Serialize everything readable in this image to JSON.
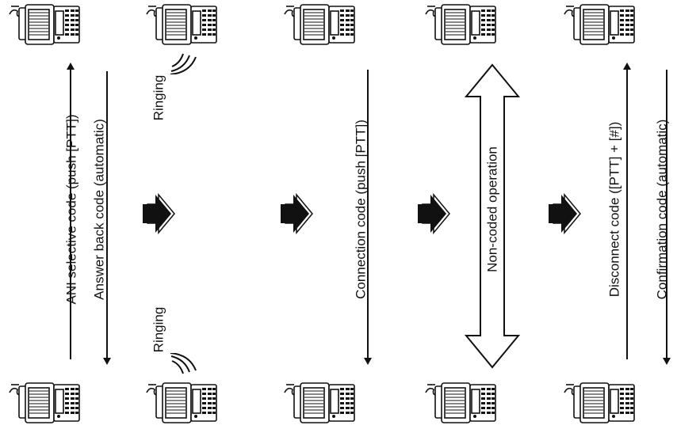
{
  "columns": [
    {
      "id": "ani",
      "labels": {
        "top_arrow": "ANI selective code (push [PTT])",
        "bottom_arrow": "Answer back code (automatic)"
      }
    },
    {
      "id": "ringing",
      "labels": {
        "left": "Ringing",
        "right": "Ringing"
      }
    },
    {
      "id": "connection",
      "labels": {
        "arrow": "Connection code (push [PTT])"
      }
    },
    {
      "id": "noncoded",
      "labels": {
        "arrow": "Non-coded operation"
      }
    },
    {
      "id": "disconnect",
      "labels": {
        "top_arrow": "Disconnect code ([PTT] + [#])",
        "bottom_arrow": "Confirmation code (automatic)"
      }
    }
  ],
  "icons": {
    "radio": "handheld-radio-icon",
    "step": "step-right-arrow-icon",
    "waves": "ringing-waves-icon"
  }
}
